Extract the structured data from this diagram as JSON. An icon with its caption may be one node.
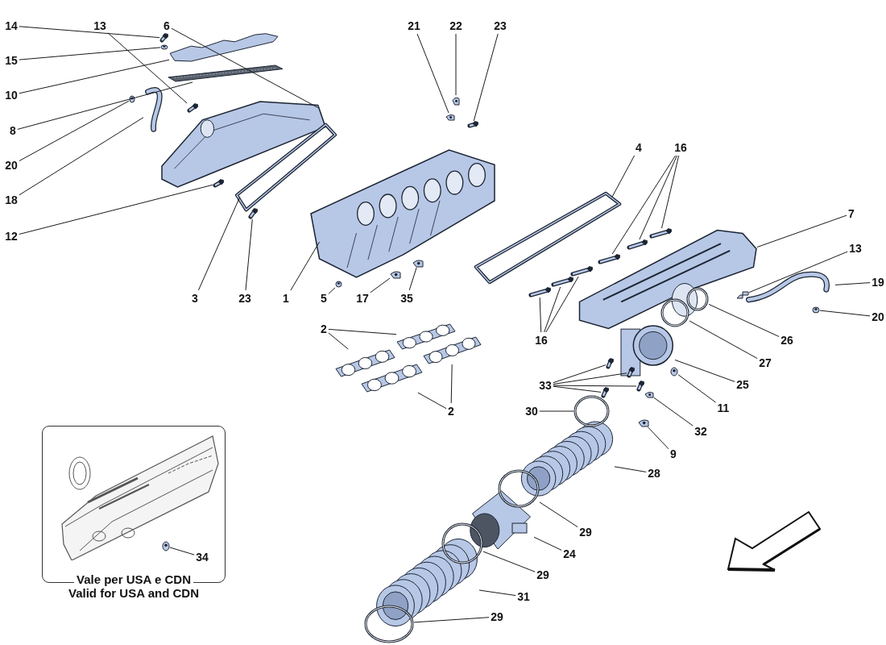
{
  "diagram": {
    "nodes": [
      {
        "text": [
          "14"
        ]
      },
      {
        "text": [],
        "shape": "picture"
      },
      {
        "text": [
          "15"
        ]
      },
      {
        "text": [],
        "shape": "picture"
      },
      {
        "text": [
          "10"
        ]
      },
      {
        "text": [],
        "shape": "picture"
      },
      {
        "text": [
          "8"
        ]
      },
      {
        "text": [],
        "shape": "picture"
      },
      {
        "text": [
          "20"
        ]
      },
      {
        "text": [],
        "shape": "picture"
      },
      {
        "text": [
          "18"
        ]
      },
      {
        "text": [],
        "shape": "picture"
      },
      {
        "text": [
          "12"
        ]
      },
      {
        "text": [],
        "shape": "picture"
      },
      {
        "text": [
          "13"
        ]
      },
      {
        "text": [],
        "shape": "picture"
      },
      {
        "text": [
          "6"
        ]
      },
      {
        "text": [],
        "shape": "picture"
      },
      {
        "text": [
          "21"
        ]
      },
      {
        "text": [],
        "shape": "picture"
      },
      {
        "text": [
          "22"
        ]
      },
      {
        "text": [],
        "shape": "picture"
      },
      {
        "text": [
          "23"
        ]
      },
      {
        "text": [],
        "shape": "picture"
      },
      {
        "text": [
          "3"
        ]
      },
      {
        "text": [],
        "shape": "picture"
      },
      {
        "text": [
          "23"
        ]
      },
      {
        "text": [],
        "shape": "picture"
      },
      {
        "text": [
          "1"
        ]
      },
      {
        "text": [],
        "shape": "picture"
      },
      {
        "text": [
          "5"
        ]
      },
      {
        "text": [],
        "shape": "picture"
      },
      {
        "text": [
          "17"
        ]
      },
      {
        "text": [],
        "shape": "picture"
      },
      {
        "text": [
          "35"
        ]
      },
      {
        "text": [],
        "shape": "picture"
      },
      {
        "text": [
          "4"
        ]
      },
      {
        "text": [],
        "shape": "picture"
      },
      {
        "text": [
          "16"
        ]
      },
      {
        "text": [],
        "shape": "picture"
      },
      {
        "text": [],
        "shape": "picture"
      },
      {
        "text": [],
        "shape": "picture"
      },
      {
        "text": [
          "16"
        ]
      },
      {
        "text": [],
        "shape": "picture"
      },
      {
        "text": [],
        "shape": "picture"
      },
      {
        "text": [],
        "shape": "picture"
      },
      {
        "text": [
          "7"
        ]
      },
      {
        "text": [],
        "shape": "picture"
      },
      {
        "text": [
          "13"
        ]
      },
      {
        "text": [],
        "shape": "picture"
      },
      {
        "text": [
          "19"
        ]
      },
      {
        "text": [],
        "shape": "picture"
      },
      {
        "text": [
          "20"
        ]
      },
      {
        "text": [],
        "shape": "picture"
      },
      {
        "text": [
          "26"
        ]
      },
      {
        "text": [],
        "shape": "circle"
      },
      {
        "text": [
          "27"
        ]
      },
      {
        "text": [],
        "shape": "circle"
      },
      {
        "text": [
          "25"
        ]
      },
      {
        "text": [],
        "shape": "picture"
      },
      {
        "text": [
          "11"
        ]
      },
      {
        "text": [],
        "shape": "picture"
      },
      {
        "text": [
          "33"
        ]
      },
      {
        "text": [],
        "shape": "picture"
      },
      {
        "text": [],
        "shape": "picture"
      },
      {
        "text": [],
        "shape": "picture"
      },
      {
        "text": [],
        "shape": "picture"
      },
      {
        "text": [
          "32"
        ]
      },
      {
        "text": [],
        "shape": "picture"
      },
      {
        "text": [
          "30"
        ]
      },
      {
        "text": [],
        "shape": "circle"
      },
      {
        "text": [
          "9"
        ]
      },
      {
        "text": [],
        "shape": "picture"
      },
      {
        "text": [
          "28"
        ]
      },
      {
        "text": [],
        "shape": "picture"
      },
      {
        "text": [
          "29"
        ]
      },
      {
        "text": [],
        "shape": "circle"
      },
      {
        "text": [
          "24"
        ]
      },
      {
        "text": [],
        "shape": "picture"
      },
      {
        "text": [
          "29"
        ]
      },
      {
        "text": [],
        "shape": "circle"
      },
      {
        "text": [
          "31"
        ]
      },
      {
        "text": [],
        "shape": "picture"
      },
      {
        "text": [
          "29"
        ]
      },
      {
        "text": [],
        "shape": "circle"
      },
      {
        "text": [
          "2"
        ]
      },
      {
        "text": [],
        "shape": "picture"
      },
      {
        "text": [],
        "shape": "picture"
      },
      {
        "text": [
          "2"
        ]
      },
      {
        "text": [],
        "shape": "picture"
      },
      {
        "text": [],
        "shape": "picture"
      },
      {
        "text": [
          "Vale per USA e CDN",
          "Valid for USA and CDN"
        ]
      },
      {
        "text": [
          "34"
        ],
        "in": 91
      },
      {
        "text": [],
        "shape": "picture",
        "in": 91
      }
    ],
    "edges": [
      {
        "from": 0,
        "to": 1,
        "arrow": "none"
      },
      {
        "from": 2,
        "to": 3,
        "arrow": "none"
      },
      {
        "from": 4,
        "to": 5,
        "arrow": "none"
      },
      {
        "from": 6,
        "to": 7,
        "arrow": "none"
      },
      {
        "from": 8,
        "to": 9,
        "arrow": "none"
      },
      {
        "from": 10,
        "to": 11,
        "arrow": "none"
      },
      {
        "from": 12,
        "to": 13,
        "arrow": "none"
      },
      {
        "from": 14,
        "to": 15,
        "arrow": "none"
      },
      {
        "from": 16,
        "to": 17,
        "arrow": "none"
      },
      {
        "from": 18,
        "to": 19,
        "arrow": "none"
      },
      {
        "from": 20,
        "to": 21,
        "arrow": "none"
      },
      {
        "from": 22,
        "to": 23,
        "arrow": "none"
      },
      {
        "from": 24,
        "to": 25,
        "arrow": "none"
      },
      {
        "from": 26,
        "to": 27,
        "arrow": "none"
      },
      {
        "from": 28,
        "to": 29,
        "arrow": "none"
      },
      {
        "from": 30,
        "to": 31,
        "arrow": "none"
      },
      {
        "from": 32,
        "to": 33,
        "arrow": "none"
      },
      {
        "from": 34,
        "to": 35,
        "arrow": "none"
      },
      {
        "from": 36,
        "to": 37,
        "arrow": "none"
      },
      {
        "from": 38,
        "to": 39,
        "arrow": "none"
      },
      {
        "from": 38,
        "to": 40,
        "arrow": "none"
      },
      {
        "from": 38,
        "to": 41,
        "arrow": "none"
      },
      {
        "from": 42,
        "to": 43,
        "arrow": "none"
      },
      {
        "from": 42,
        "to": 44,
        "arrow": "none"
      },
      {
        "from": 42,
        "to": 45,
        "arrow": "none"
      },
      {
        "from": 46,
        "to": 47,
        "arrow": "none"
      },
      {
        "from": 48,
        "to": 49,
        "arrow": "none"
      },
      {
        "from": 50,
        "to": 51,
        "arrow": "none"
      },
      {
        "from": 52,
        "to": 53,
        "arrow": "none"
      },
      {
        "from": 54,
        "to": 55,
        "arrow": "none"
      },
      {
        "from": 56,
        "to": 57,
        "arrow": "none"
      },
      {
        "from": 58,
        "to": 59,
        "arrow": "none"
      },
      {
        "from": 60,
        "to": 61,
        "arrow": "none"
      },
      {
        "from": 62,
        "to": 63,
        "arrow": "none"
      },
      {
        "from": 62,
        "to": 64,
        "arrow": "none"
      },
      {
        "from": 62,
        "to": 65,
        "arrow": "none"
      },
      {
        "from": 62,
        "to": 66,
        "arrow": "none"
      },
      {
        "from": 67,
        "to": 68,
        "arrow": "none"
      },
      {
        "from": 69,
        "to": 70,
        "arrow": "none"
      },
      {
        "from": 71,
        "to": 72,
        "arrow": "none"
      },
      {
        "from": 73,
        "to": 74,
        "arrow": "none"
      },
      {
        "from": 75,
        "to": 76,
        "arrow": "none"
      },
      {
        "from": 77,
        "to": 78,
        "arrow": "none"
      },
      {
        "from": 79,
        "to": 80,
        "arrow": "none"
      },
      {
        "from": 81,
        "to": 82,
        "arrow": "none"
      },
      {
        "from": 83,
        "to": 84,
        "arrow": "none"
      },
      {
        "from": 85,
        "to": 86,
        "arrow": "none"
      },
      {
        "from": 85,
        "to": 87,
        "arrow": "none"
      },
      {
        "from": 88,
        "to": 89,
        "arrow": "none"
      },
      {
        "from": 88,
        "to": 90,
        "arrow": "none"
      },
      {
        "from": 92,
        "to": 93,
        "arrow": "none"
      }
    ]
  }
}
